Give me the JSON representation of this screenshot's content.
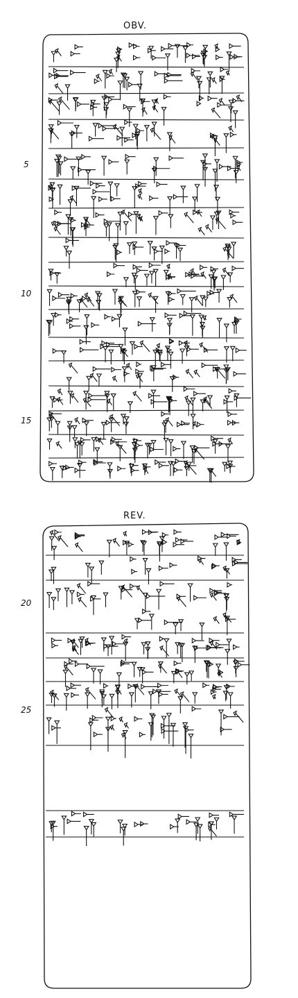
{
  "obverse": {
    "label": "OBV.",
    "line_numbers": [
      "5",
      "10",
      "15"
    ]
  },
  "reverse": {
    "label": "REV.",
    "line_numbers": [
      "20",
      "25"
    ]
  },
  "colors": {
    "ink": "#111111",
    "paper": "#ffffff"
  }
}
